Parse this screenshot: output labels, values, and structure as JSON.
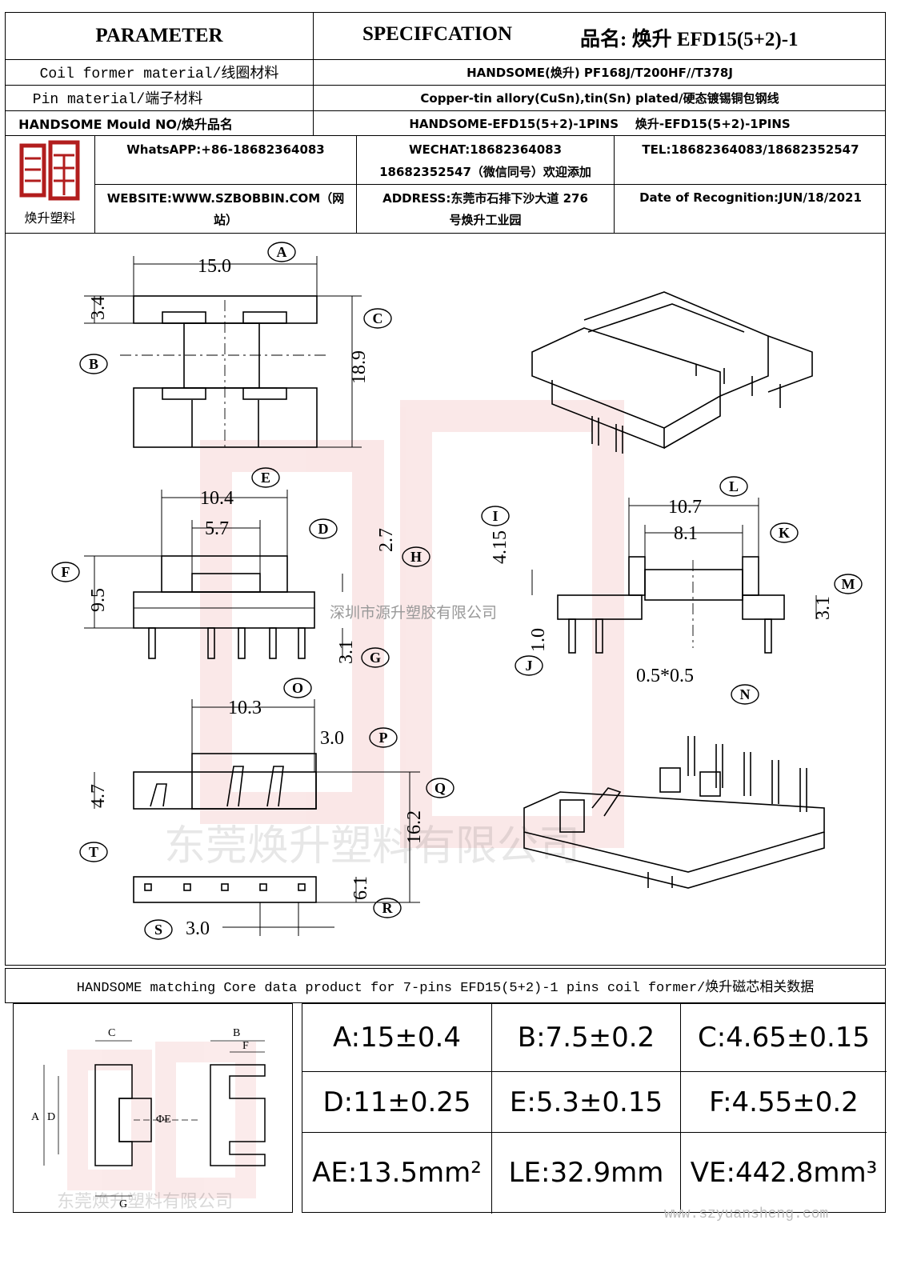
{
  "header": {
    "parameter": "PARAMETER",
    "specification": "SPECIFCATION",
    "product_name": "品名: 焕升 EFD15(5+2)-1"
  },
  "rows": [
    {
      "label": "Coil former material/线圈材料",
      "value": "HANDSOME(焕升)  PF168J/T200HF//T378J"
    },
    {
      "label": "Pin material/端子材料",
      "value": "Copper-tin allory(CuSn),tin(Sn) plated/硬态镀锡铜包钢线"
    },
    {
      "label": "HANDSOME Mould NO/焕升品名",
      "value": "HANDSOME-EFD15(5+2)-1PINS    焕升-EFD15(5+2)-1PINS"
    }
  ],
  "contact": {
    "logo_caption": "焕升塑料",
    "whatsapp": "WhatsAPP:+86-18682364083",
    "wechat_line1": "WECHAT:18682364083",
    "wechat_line2": "18682352547（微信同号）欢迎添加",
    "tel": "TEL:18682364083/18682352547",
    "website_line1": "WEBSITE:WWW.SZBOBBIN.COM（网",
    "website_line2": "站）",
    "address_line1": "ADDRESS:东莞市石排下沙大道 276",
    "address_line2": "号焕升工业园",
    "date": "Date of Recognition:JUN/18/2021"
  },
  "drawing": {
    "watermark_1": "深圳市源升塑胶有限公司",
    "watermark_2": "东莞焕升塑料有限公司",
    "dims": {
      "A": "15.0",
      "B": "3.4",
      "C": "18.9",
      "D": "5.7",
      "E": "10.4",
      "F": "9.5",
      "G": "3.1",
      "H": "2.7",
      "I": "4.15",
      "J": "1.0",
      "K": "8.1",
      "L": "10.7",
      "M": "3.1",
      "N": "0.5*0.5",
      "O": "10.3",
      "P": "3.0",
      "Q": "16.2",
      "R": "6.1",
      "S": "3.0",
      "T": "4.7"
    }
  },
  "core": {
    "title": "HANDSOME matching Core data  product for 7-pins EFD15(5+2)-1 pins coil former/焕升磁芯相关数据",
    "diagram_watermark": "东莞焕升塑料有限公司",
    "website": "www.szyuansheng.com",
    "diagram_labels": {
      "A": "A",
      "B": "B",
      "C": "C",
      "D": "D",
      "E": "ΦE",
      "F": "F",
      "G": "G"
    },
    "cells": [
      "A:15±0.4",
      "B:7.5±0.2",
      "C:4.65±0.15",
      "D:11±0.25",
      "E:5.3±0.15",
      "F:4.55±0.2",
      "AE:13.5mm²",
      "LE:32.9mm",
      "VE:442.8mm³"
    ]
  }
}
